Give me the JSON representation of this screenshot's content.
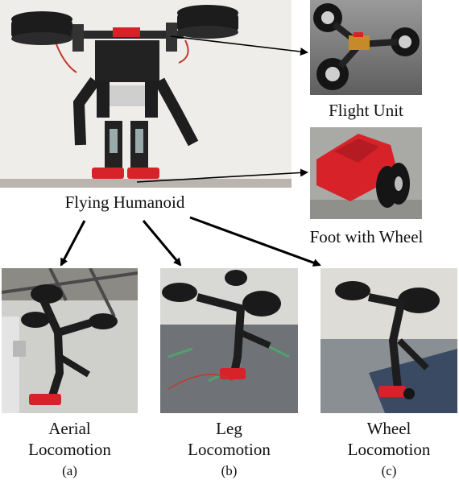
{
  "labels": {
    "main": "Flying Humanoid",
    "flight_unit": "Flight Unit",
    "foot_wheel": "Foot with Wheel",
    "aerial_1": "Aerial",
    "aerial_2": "Locomotion",
    "leg_1": "Leg",
    "leg_2": "Locomotion",
    "wheel_1": "Wheel",
    "wheel_2": "Locomotion"
  },
  "subfig": {
    "a": "(a)",
    "b": "(b)",
    "c": "(c)"
  },
  "colors": {
    "robot_dark": "#1c1c1c",
    "foot_red": "#d8222a",
    "backdrop": "#eceae6",
    "floor_gray": "#8a8f93"
  }
}
